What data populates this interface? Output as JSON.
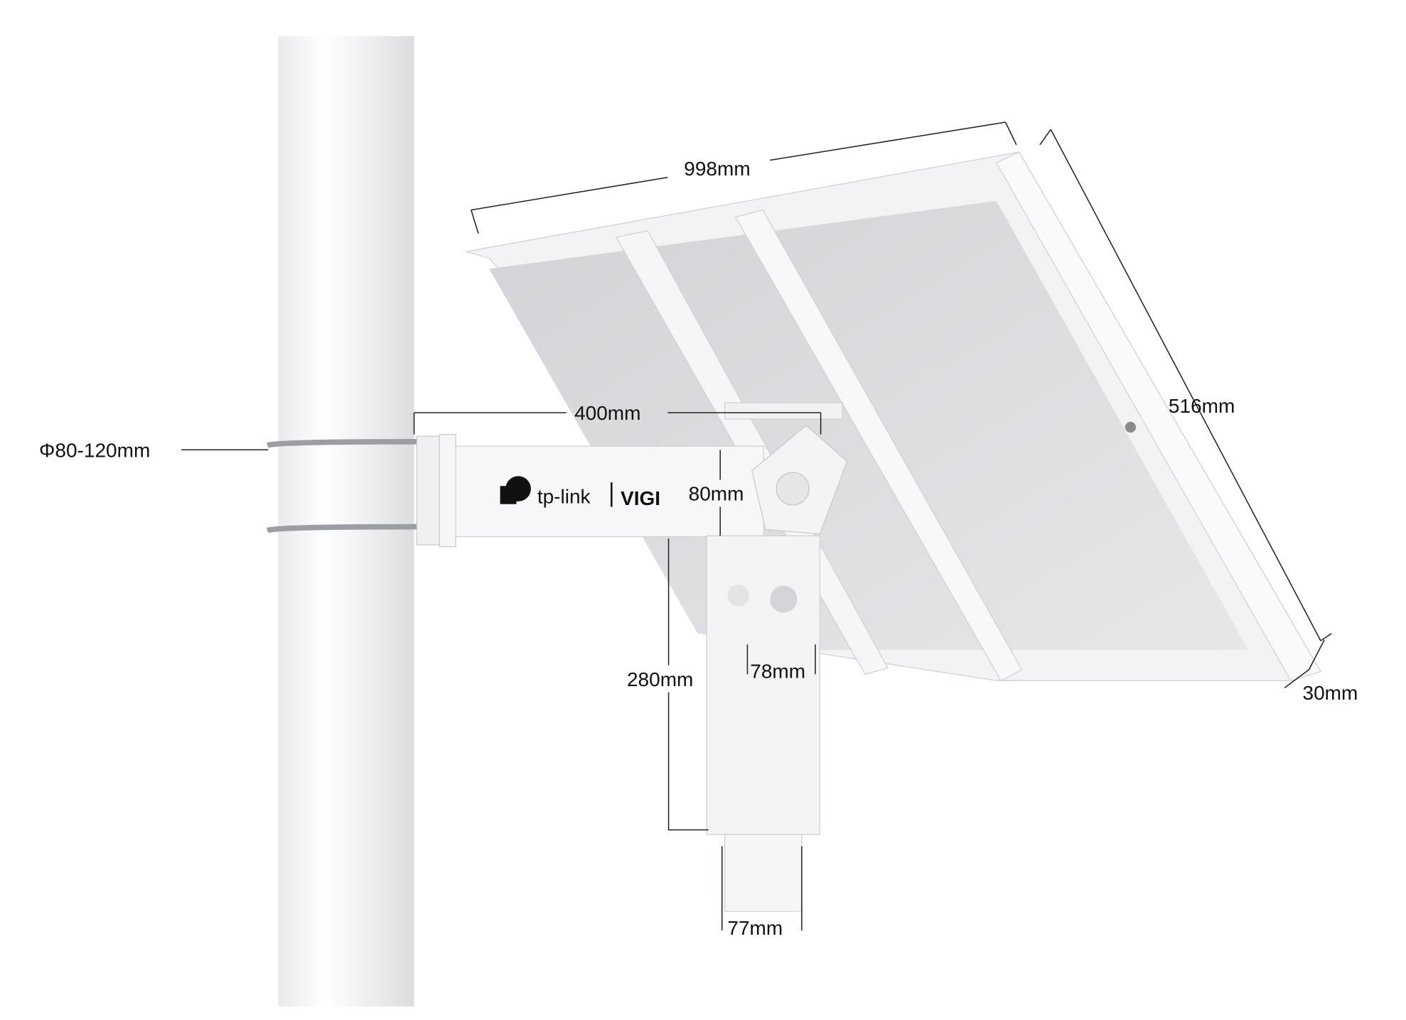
{
  "brand": {
    "logo_text": "tp-link",
    "product_line": "VIGI"
  },
  "dimensions": {
    "panel_width": "998mm",
    "panel_height": "516mm",
    "panel_thickness": "30mm",
    "arm_length": "400mm",
    "pole_diameter": "Φ80-120mm",
    "arm_height": "80mm",
    "bracket_width": "78mm",
    "bracket_length": "280mm",
    "mount_tube_diameter": "77mm"
  },
  "colors": {
    "metal": "#f4f5f7",
    "panel_back": "#d9dadc",
    "shadow": "#c9cbcf"
  }
}
